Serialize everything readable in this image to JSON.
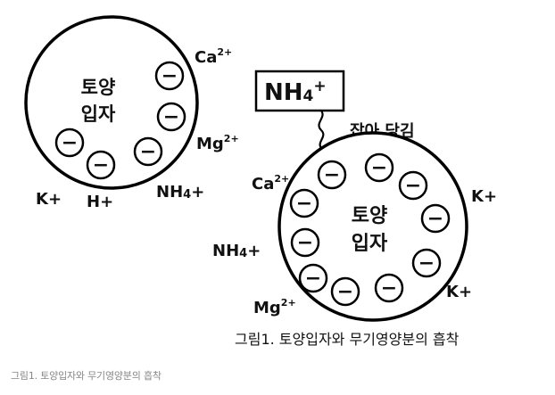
{
  "particle_label": [
    "토양",
    "입자"
  ],
  "ions": {
    "ca": {
      "base": "Ca",
      "sup": "2+"
    },
    "mg": {
      "base": "Mg",
      "sup": "2+"
    },
    "nh4": {
      "base": "NH",
      "sub": "4",
      "sup": "+"
    },
    "k": "K+",
    "h": "H+"
  },
  "boxed_ion": {
    "base": "NH",
    "sub": "4",
    "sup": "+"
  },
  "attraction_label": "잡아 당김",
  "negative_charge": "−",
  "figure_caption": "그림1. 토양입자와 무기영양분의 흡착",
  "caption_below": "그림1. 토양입자와 무기영양분의 흡착"
}
